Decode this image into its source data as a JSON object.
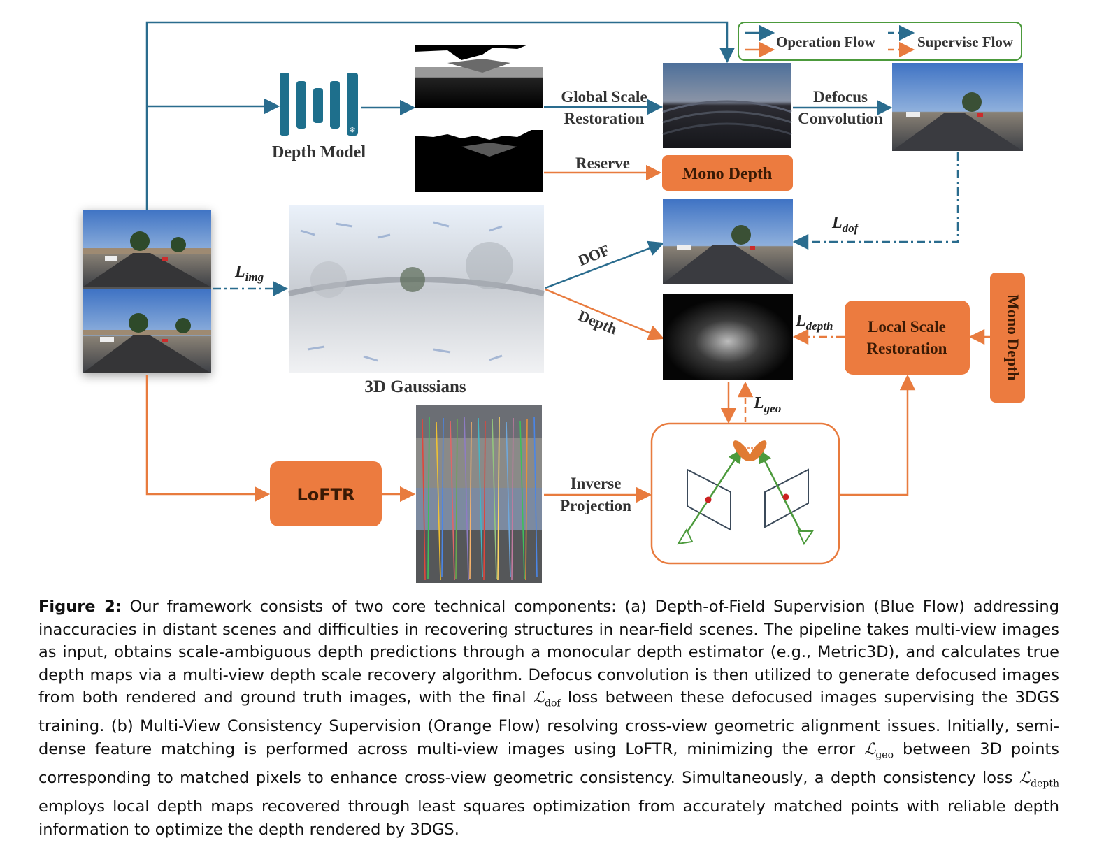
{
  "legend": {
    "operation": "Operation Flow",
    "supervise": "Supervise Flow"
  },
  "labels": {
    "depth_model": "Depth Model",
    "global_scale_1": "Global Scale",
    "global_scale_2": "Restoration",
    "defocus_1": "Defocus",
    "defocus_2": "Convolution",
    "reserve": "Reserve",
    "mono_depth": "Mono Depth",
    "mono_depth_side": "Mono Depth",
    "dof": "DOF",
    "depth": "Depth",
    "gaussians": "3D Gaussians",
    "local_scale_1": "Local Scale",
    "local_scale_2": "Restoration",
    "loftr": "LoFTR",
    "inverse_1": "Inverse",
    "inverse_2": "Projection"
  },
  "losses": {
    "img": {
      "base": "L",
      "sub": "img"
    },
    "dof": {
      "base": "L",
      "sub": "dof"
    },
    "depth": {
      "base": "L",
      "sub": "depth"
    },
    "geo": {
      "base": "L",
      "sub": "geo"
    }
  },
  "caption": {
    "head": "Figure 2:",
    "p1": " Our framework consists of two core technical components: (a) Depth-of-Field Supervision (Blue Flow) addressing inaccuracies in distant scenes and difficulties in recovering structures in near-field scenes. The pipeline takes multi-view images as input, obtains scale-ambiguous depth predictions through a monocular depth estimator (e.g., Metric3D), and calculates true depth maps via a multi-view depth scale recovery algorithm. Defocus convolution is then utilized to generate defocused images from both rendered and ground truth images, with the final ",
    "m1": "ℒ",
    "m1_sub": "dof",
    "p2": " loss between these defocused images supervising the 3DGS training. (b) Multi-View Consistency Supervision (Orange Flow) resolving cross-view geometric alignment issues. Initially, semi-dense feature matching is performed across multi-view images using LoFTR, minimizing the error ",
    "m2": "ℒ",
    "m2_sub": "geo",
    "p3": " between 3D points corresponding to matched pixels to enhance cross-view geometric consistency. Simultaneously, a depth consistency loss ",
    "m3": "ℒ",
    "m3_sub": "depth",
    "p4": " employs local depth maps recovered through least squares optimization from accurately matched points with reliable depth information to optimize the depth rendered by 3DGS."
  },
  "colors": {
    "blue": "#2a6c8e",
    "orange": "#e87b3e",
    "green": "#4c9a3c",
    "box_orange": "#ec7b3f"
  }
}
